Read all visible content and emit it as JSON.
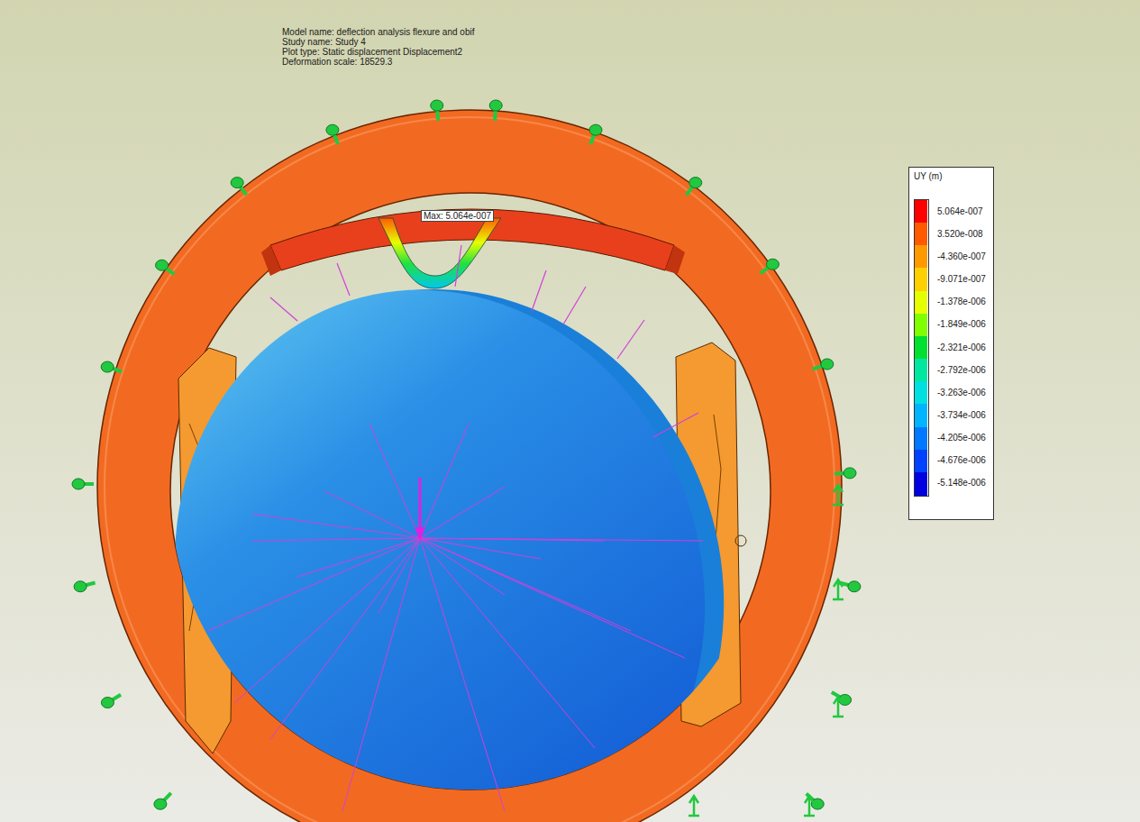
{
  "diagram": {
    "labels": [
      "Model name: deflection analysis flexure and obif",
      "Study name: Study 4",
      "Plot type: Static displacement Displacement2",
      "Deformation scale: 18529.3",
      "UY (m)",
      "Max: 5.064e-007"
    ],
    "legend": [
      {
        "text": "5.064e-007",
        "color": "#ff0000"
      },
      {
        "text": "3.520e-008",
        "color": "#ff5a00"
      },
      {
        "text": "-4.360e-007",
        "color": "#ff9900"
      },
      {
        "text": "-9.071e-007",
        "color": "#ffd000"
      },
      {
        "text": "-1.378e-006",
        "color": "#e6ff00"
      },
      {
        "text": "-1.849e-006",
        "color": "#80ff00"
      },
      {
        "text": "-2.321e-006",
        "color": "#00e030"
      },
      {
        "text": "-2.792e-006",
        "color": "#00e8a0"
      },
      {
        "text": "-3.263e-006",
        "color": "#00e0e0"
      },
      {
        "text": "-3.734e-006",
        "color": "#00b4ff"
      },
      {
        "text": "-4.205e-006",
        "color": "#0078ff"
      },
      {
        "text": "-4.676e-006",
        "color": "#0040ff"
      },
      {
        "text": "-5.148e-006",
        "color": "#0000e0"
      }
    ]
  }
}
